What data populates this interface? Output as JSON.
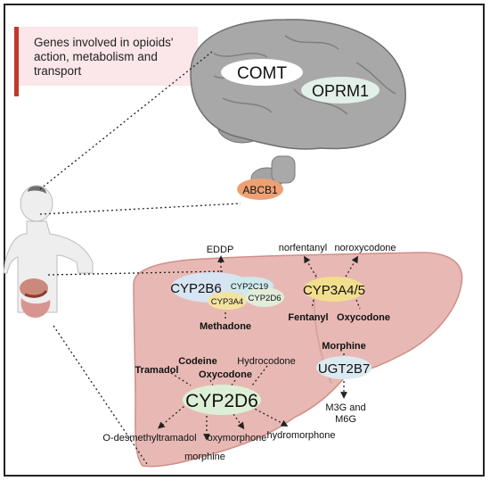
{
  "title": "Genes involved in opioids' action, metabolism and transport",
  "brain_genes": {
    "comt": "COMT",
    "oprm1": "OPRM1",
    "abcb1": "ABCB1"
  },
  "liver": {
    "cyp2b6_group": {
      "main": "CYP2B6",
      "c19": "CYP2C19",
      "a4": "CYP3A4",
      "d6": "CYP2D6",
      "substrate": "Methadone",
      "product": "EDDP"
    },
    "cyp3a45": {
      "label": "CYP3A4/5",
      "sub_left": "Fentanyl",
      "sub_right": "Oxycodone",
      "prod_left": "norfentanyl",
      "prod_right": "noroxycodone"
    },
    "ugt2b7": {
      "label": "UGT2B7",
      "substrate": "Morphine",
      "product_line1": "M3G and",
      "product_line2": "M6G"
    },
    "cyp2d6": {
      "label": "CYP2D6",
      "sub_tramadol": "Tramadol",
      "sub_codeine": "Codeine",
      "sub_hydrocodone": "Hydrocodone",
      "sub_oxycodone": "Oxycodone",
      "prod_odesmethyl": "O-desmethyltramadol",
      "prod_oxymorphone": "oxymorphone",
      "prod_hydromorphone": "hydromorphone",
      "prod_morphine": "morphine"
    }
  },
  "colors": {
    "liver_fill": "#e8b9b4",
    "liver_stroke": "#cf8f88",
    "brain_fill": "#a7a7a7",
    "cyp2b6": "#d7e4f3",
    "cyp2c19": "#cfe8ec",
    "cyp3a4": "#f3e3a0",
    "cyp2d6_small": "#e1ecda",
    "cyp3a45": "#f2df8e",
    "ugt2b7": "#dbeaf0",
    "cyp2d6": "#ddefd6",
    "abcb1": "#eda173",
    "title_bg": "#fbe6ea",
    "title_bar": "#c0392b"
  }
}
